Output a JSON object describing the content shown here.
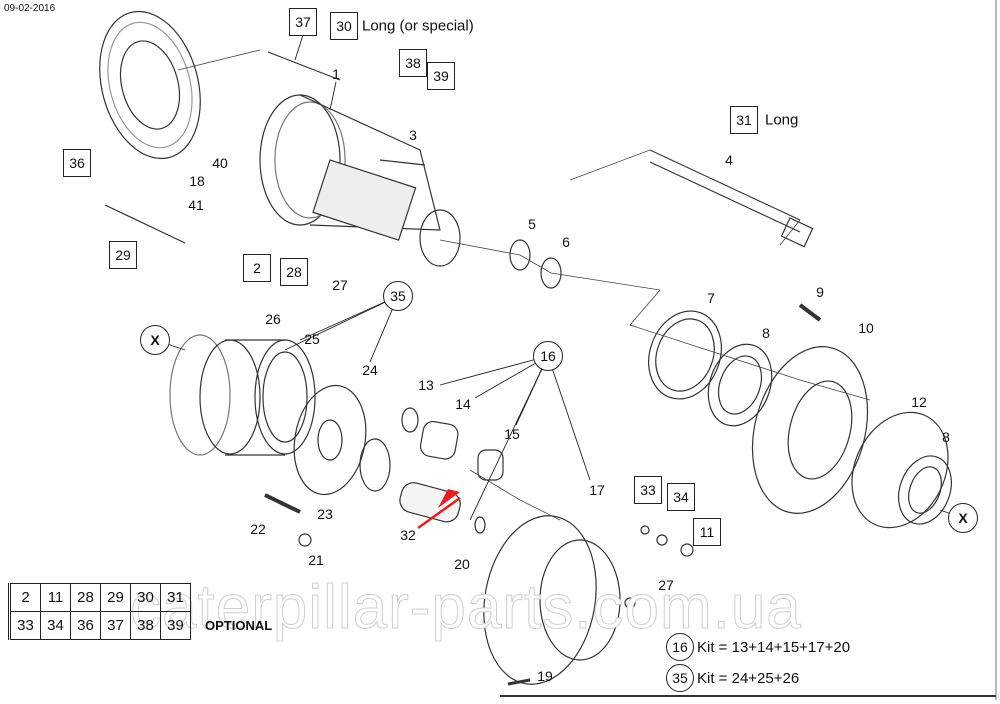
{
  "date": "09-02-2016",
  "boxed_callouts": [
    "37",
    "30",
    "38",
    "39",
    "36",
    "31",
    "29",
    "2",
    "28",
    "33",
    "34",
    "11"
  ],
  "callout_notes": {
    "long_or_special": "Long (or special)",
    "long": "Long"
  },
  "plain_callouts": [
    "1",
    "3",
    "40",
    "18",
    "41",
    "27",
    "4",
    "5",
    "6",
    "9",
    "7",
    "8",
    "10",
    "26",
    "25",
    "24",
    "13",
    "14",
    "15",
    "12",
    "8",
    "17",
    "22",
    "23",
    "32",
    "20",
    "21",
    "27",
    "19"
  ],
  "circled_callouts": [
    "35",
    "X",
    "16",
    "X"
  ],
  "optional_table": {
    "rows": [
      [
        "2",
        "11",
        "28",
        "29",
        "30",
        "31"
      ],
      [
        "33",
        "34",
        "36",
        "37",
        "38",
        "39"
      ]
    ],
    "label": "OPTIONAL"
  },
  "kits": [
    {
      "id": "16",
      "text": "Kit = 13+14+15+17+20"
    },
    {
      "id": "35",
      "text": "Kit = 24+25+26"
    }
  ],
  "watermark": "caterpillar-parts.com.ua",
  "arrow_color": "#e02020"
}
